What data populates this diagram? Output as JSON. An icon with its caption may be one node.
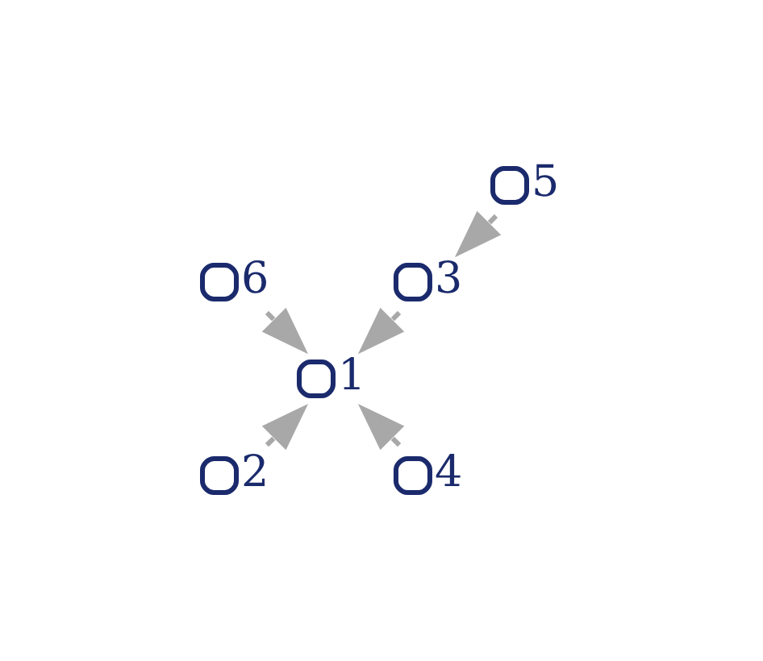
{
  "diagram": {
    "nodes": [
      {
        "text": [],
        "shape": "circle",
        "beside": [
          "5"
        ]
      },
      {
        "text": [],
        "shape": "circle",
        "beside": [
          "3"
        ]
      },
      {
        "text": [],
        "shape": "circle",
        "beside": [
          "6"
        ]
      },
      {
        "text": [],
        "shape": "circle",
        "beside": [
          "1"
        ]
      },
      {
        "text": [],
        "shape": "circle",
        "beside": [
          "2"
        ]
      },
      {
        "text": [],
        "shape": "circle",
        "beside": [
          "4"
        ]
      }
    ],
    "edges": [
      {
        "from": 0,
        "to": 1,
        "arrow": "to"
      },
      {
        "from": 1,
        "to": 3,
        "arrow": "to"
      },
      {
        "from": 2,
        "to": 3,
        "arrow": "to"
      },
      {
        "from": 4,
        "to": 3,
        "arrow": "to"
      },
      {
        "from": 5,
        "to": 3,
        "arrow": "to"
      }
    ]
  }
}
